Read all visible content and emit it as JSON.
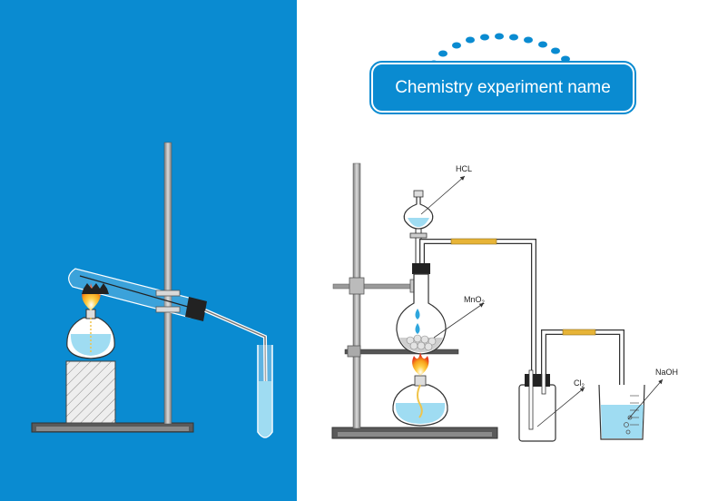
{
  "title": "Chemistry experiment name",
  "labels": {
    "hcl": "HCL",
    "mno2_base": "MnO",
    "mno2_sub": "2",
    "cl2_base": "Cl",
    "cl2_sub": "2",
    "naoh": "NaOH"
  },
  "colors": {
    "panel_background": "#0a8bd1",
    "liquid": "#9fdcf2",
    "flame_outer": "#f7a11a",
    "flame_inner": "#e8381d",
    "rubber_tube": "#e7b437"
  }
}
